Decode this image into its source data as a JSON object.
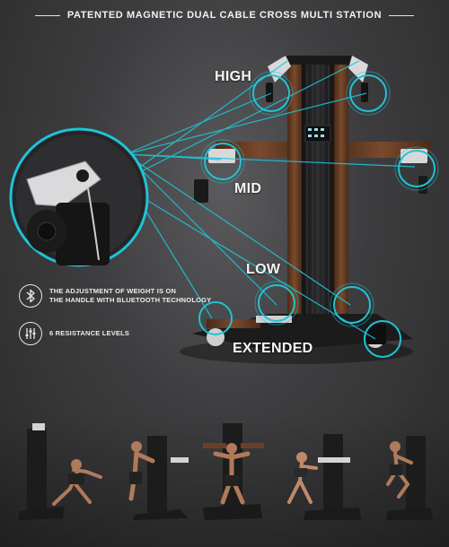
{
  "header": {
    "title": "PATENTED MAGNETIC DUAL CABLE CROSS MULTI STATION"
  },
  "positions": {
    "high": "HIGH",
    "mid": "MID",
    "low": "LOW",
    "extended": "EXTENDED"
  },
  "features": [
    {
      "icon": "bluetooth-icon",
      "line1": "THE ADJUSTMENT OF WEIGHT IS ON",
      "line2": "THE HANDLE WITH BLUETOOTH TECHNOLOGY"
    },
    {
      "icon": "sliders-icon",
      "line1": "6 RESISTANCE LEVELS",
      "line2": ""
    }
  ],
  "colors": {
    "accent": "#1fc3d6",
    "background": "#3d3d3f",
    "wood": "#6b3f26",
    "machine": "#1f1f21"
  }
}
